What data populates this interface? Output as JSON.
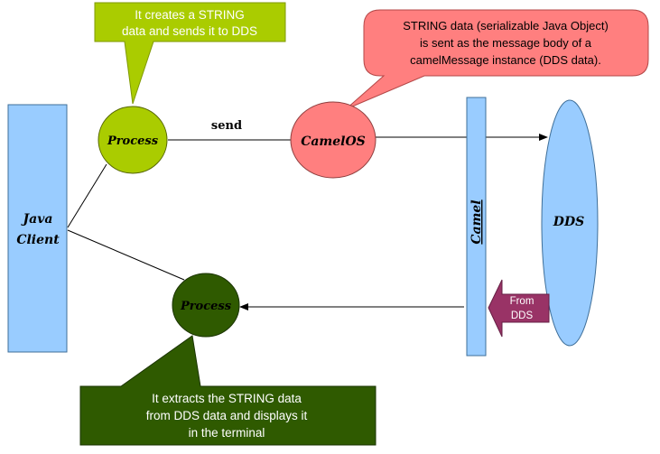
{
  "nodes": {
    "java_client_line1": "Java",
    "java_client_line2": "Client",
    "process_top": "Process",
    "camelos": "CamelOS",
    "camel": "Camel",
    "dds": "DDS",
    "process_bottom": "Process"
  },
  "edges": {
    "send_label": "send",
    "from_dds_line1": "From",
    "from_dds_line2": "DDS"
  },
  "callouts": {
    "top_green": {
      "line1": "It creates a STRING",
      "line2": "data and sends it to DDS"
    },
    "top_red": {
      "line1": "STRING data (serializable Java Object)",
      "line2": "is sent as the message body of a",
      "line3": "camelMessage instance (DDS data)."
    },
    "bottom_dark": {
      "line1": "It extracts the STRING data",
      "line2": "from DDS data and displays it",
      "line3": "in the terminal"
    }
  },
  "colors": {
    "light_blue": "#99ccff",
    "lime_green": "#aacc00",
    "salmon": "#ff7f7f",
    "dark_green": "#2f5a00",
    "maroon_arrow": "#993366"
  }
}
